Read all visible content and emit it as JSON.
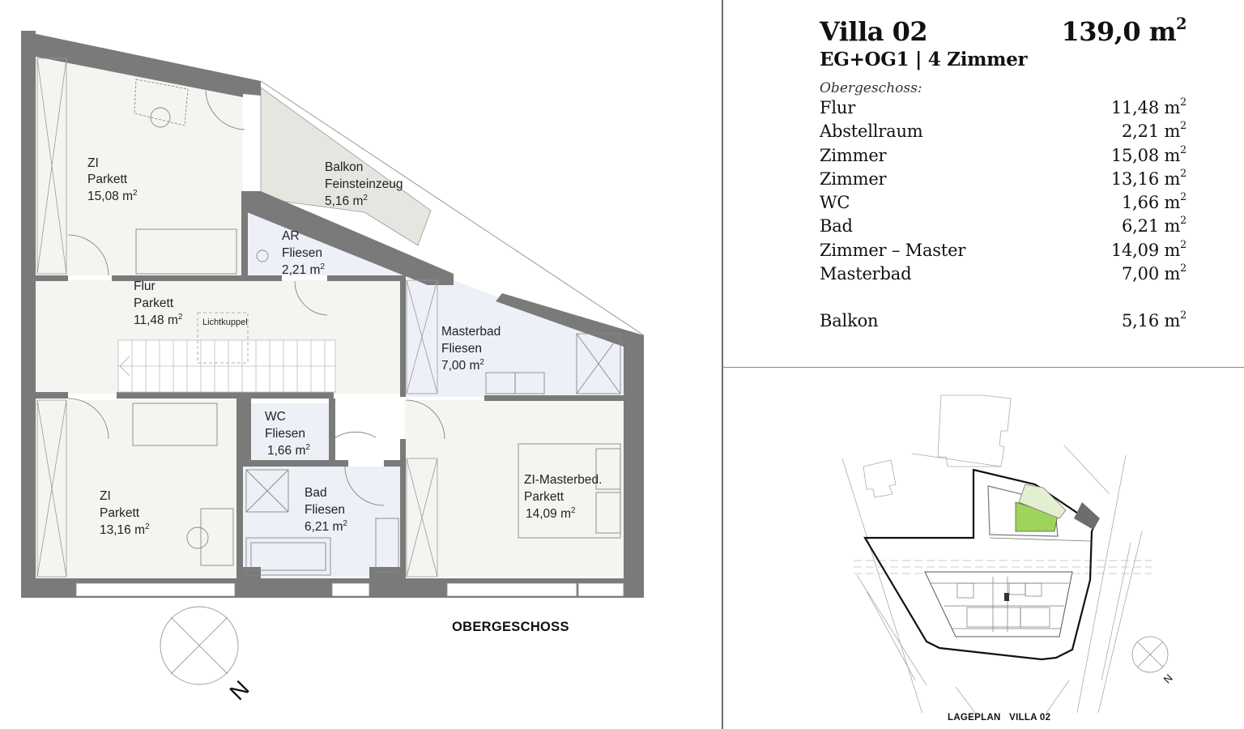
{
  "header": {
    "title": "Villa 02",
    "total_area": "139,0 m",
    "total_area_sup": "2",
    "subtitle": "EG+OG1 | 4 Zimmer"
  },
  "area_table": {
    "floor_label": "Obergeschoss:",
    "rows": [
      {
        "name": "Flur",
        "area": "11,48 m",
        "sup": "2"
      },
      {
        "name": "Abstellraum",
        "area": "2,21 m",
        "sup": "2"
      },
      {
        "name": "Zimmer",
        "area": "15,08 m",
        "sup": "2"
      },
      {
        "name": "Zimmer",
        "area": "13,16 m",
        "sup": "2"
      },
      {
        "name": "WC",
        "area": "1,66 m",
        "sup": "2"
      },
      {
        "name": "Bad",
        "area": "6,21 m",
        "sup": "2"
      },
      {
        "name": "Zimmer – Master",
        "area": "14,09 m",
        "sup": "2"
      },
      {
        "name": "Masterbad",
        "area": "7,00 m",
        "sup": "2"
      }
    ],
    "balcony": {
      "name": "Balkon",
      "area": "5,16 m",
      "sup": "2"
    }
  },
  "floor_plan": {
    "title": "OBERGESCHOSS",
    "north_label": "N",
    "rooms": [
      {
        "name": "ZI",
        "floor": "Parkett",
        "area": "15,08 m",
        "sup": "2"
      },
      {
        "name": "Balkon",
        "floor": "Feinsteinzeug",
        "area": "5,16 m",
        "sup": "2"
      },
      {
        "name": "AR",
        "floor": "Fliesen",
        "area": "2,21 m",
        "sup": "2"
      },
      {
        "name": "Flur",
        "floor": "Parkett",
        "area": "11,48 m",
        "sup": "2"
      },
      {
        "name": "Masterbad",
        "floor": "Fliesen",
        "area": "7,00 m",
        "sup": "2"
      },
      {
        "name": "WC",
        "floor": "Fliesen",
        "area": "1,66 m",
        "sup": "2"
      },
      {
        "name": "ZI",
        "floor": "Parkett",
        "area": "13,16 m",
        "sup": "2"
      },
      {
        "name": "Bad",
        "floor": "Fliesen",
        "area": "6,21 m",
        "sup": "2"
      },
      {
        "name": "ZI-Masterbed.",
        "floor": "Parkett",
        "area": "14,09 m",
        "sup": "2"
      }
    ],
    "skylight_label": "Lichtkuppel"
  },
  "site_plan": {
    "title": "LAGEPLAN   VILLA 02",
    "north_label": "N",
    "highlight_color": "#9fd35a",
    "balcony_color": "#e3f0cf"
  },
  "colors": {
    "wall": "#7a7a7a",
    "parquet": "#f6f4f1",
    "tiles": "#eef0f8",
    "balcony": "#e6e5e0"
  }
}
